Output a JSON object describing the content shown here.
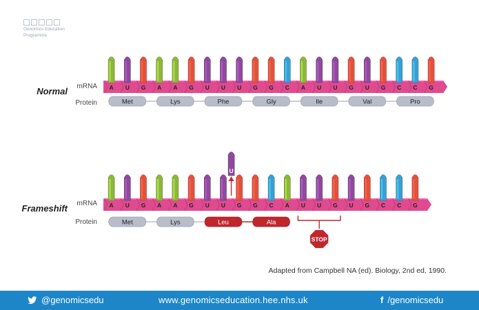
{
  "logo": {
    "mark_letters": "",
    "line1": "Genomics Education",
    "line2": "Programme"
  },
  "normal": {
    "title": "Normal",
    "mrna_label": "mRNA",
    "protein_label": "Protein",
    "bases": [
      "A",
      "U",
      "G",
      "A",
      "A",
      "G",
      "U",
      "U",
      "U",
      "G",
      "G",
      "C",
      "A",
      "U",
      "U",
      "G",
      "U",
      "G",
      "C",
      "C",
      "G"
    ],
    "proteins": [
      "Met",
      "Lys",
      "Phe",
      "Gly",
      "Ile",
      "Val",
      "Pro"
    ]
  },
  "frameshift": {
    "title": "Frameshift",
    "mrna_label": "mRNA",
    "protein_label": "Protein",
    "bases": [
      "A",
      "U",
      "G",
      "A",
      "A",
      "G",
      "U",
      "U",
      "G",
      "G",
      "C",
      "A",
      "U",
      "U",
      "G",
      "U",
      "G",
      "C",
      "C",
      "G"
    ],
    "deleted_base": "U",
    "proteins": [
      "Met",
      "Lys",
      "Leu",
      "Ala"
    ],
    "stop_label": "STOP"
  },
  "colors": {
    "A": "#8db63c",
    "U": "#8e4a9c",
    "G": "#e1523e",
    "C": "#3a9fd3",
    "backbone": "#e04b8f",
    "protein_normal": "#b9bcc9",
    "protein_mutant": "#c0272d",
    "stop": "#c0272d",
    "footer": "#1d86c8"
  },
  "citation": "Adapted from Campbell NA (ed). Biology, 2nd ed, 1990.",
  "footer": {
    "twitter": "@genomicsedu",
    "website": "www.genomicseducation.hee.nhs.uk",
    "facebook": "/genomicsedu"
  }
}
